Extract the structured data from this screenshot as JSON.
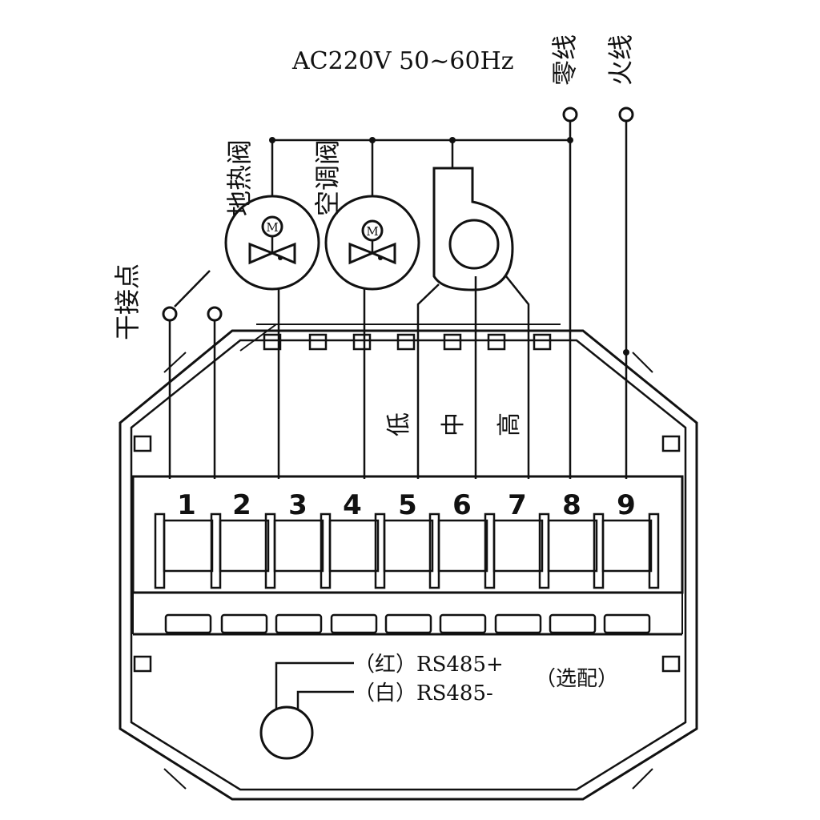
{
  "power_label": "AC220V 50~60Hz",
  "neutral_label": "零线",
  "live_label": "火线",
  "floor_valve_label": "地热阀",
  "ac_valve_label": "空调阀",
  "dry_contact_label": "干接点",
  "motor_letter": "M",
  "speed_labels": {
    "low": "低",
    "mid": "中",
    "high": "高"
  },
  "terminals": [
    "1",
    "2",
    "3",
    "4",
    "5",
    "6",
    "7",
    "8",
    "9"
  ],
  "rs485_plus": "（红）RS485+",
  "rs485_minus": "（白）RS485-",
  "optional_label": "（选配）"
}
